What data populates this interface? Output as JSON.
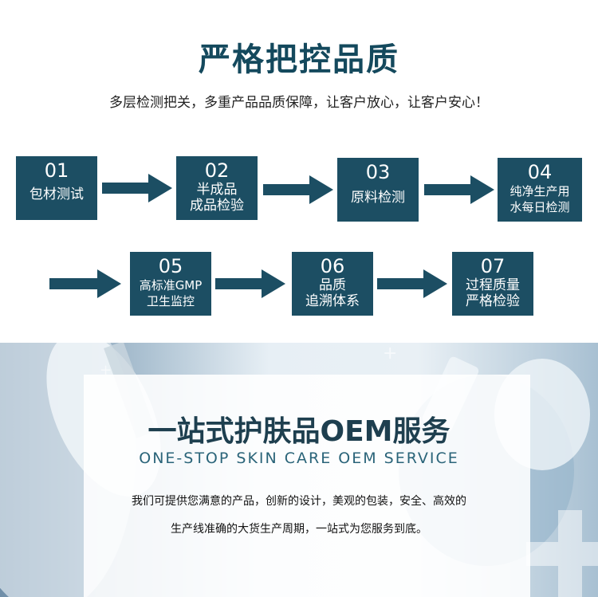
{
  "header": {
    "title": "严格把控品质",
    "subtitle": "多层检测把关，多重产品品质保障，让客户放心，让客户安心！"
  },
  "steps": [
    {
      "num": "01",
      "line1": "包材测试",
      "line2": ""
    },
    {
      "num": "02",
      "line1": "半成品",
      "line2": "成品检验"
    },
    {
      "num": "03",
      "line1": "原料检测",
      "line2": ""
    },
    {
      "num": "04",
      "line1": "纯净生产用",
      "line2": "水每日检测"
    },
    {
      "num": "05",
      "line1": "高标准GMP",
      "line2": "卫生监控"
    },
    {
      "num": "06",
      "line1": "品质",
      "line2": "追溯体系"
    },
    {
      "num": "07",
      "line1": "过程质量",
      "line2": "严格检验"
    }
  ],
  "service": {
    "title": "一站式护肤品OEM服务",
    "subtitle_en": "ONE-STOP SKIN CARE OEM SERVICE",
    "desc_line1": "我们可提供您满意的产品，创新的设计，美观的包装，安全、高效的",
    "desc_line2": "生产线准确的大货生产周期，一站式为您服务到底。"
  },
  "colors": {
    "box": "#1c4e63",
    "title": "#14495d",
    "accent": "#2a6479"
  }
}
